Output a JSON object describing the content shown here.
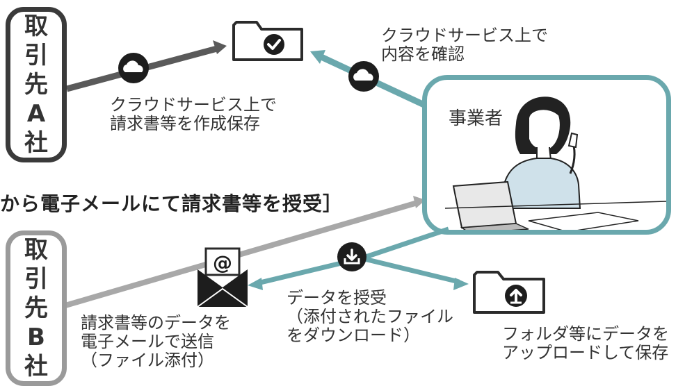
{
  "company_a": {
    "chars": [
      "取",
      "引",
      "先",
      "A",
      "社"
    ]
  },
  "company_b": {
    "chars": [
      "取",
      "引",
      "先",
      "B",
      "社"
    ]
  },
  "operator": {
    "label": "事業者"
  },
  "captions": {
    "a_create": [
      "クラウドサービス上で",
      "請求書等を作成保存"
    ],
    "check_cloud": [
      "クラウドサービス上で",
      "内容を確認"
    ],
    "b_send": [
      "請求書等のデータを",
      "電子メールで送信",
      "（ファイル添付）"
    ],
    "receive": [
      "データを授受",
      "（添付されたファイル",
      "をダウンロード）"
    ],
    "folder_upload": [
      "フォルダ等にデータを",
      "アップロードして保存"
    ]
  },
  "section_b_title": "から電子メールにて請求書等を授受］",
  "icons": {
    "cloud": "cloud-icon",
    "folder_check": "folder-check-icon",
    "folder_upload": "folder-upload-icon",
    "envelope": "email-envelope-icon",
    "download": "download-icon",
    "person": "person-laptop-illustration"
  },
  "colors": {
    "company_a_border": "#3a3a3a",
    "company_b_border": "#9a9a9a",
    "teal": "#6aa8ad",
    "dark_arrow": "#555555",
    "gray_arrow": "#a8a8a8"
  }
}
